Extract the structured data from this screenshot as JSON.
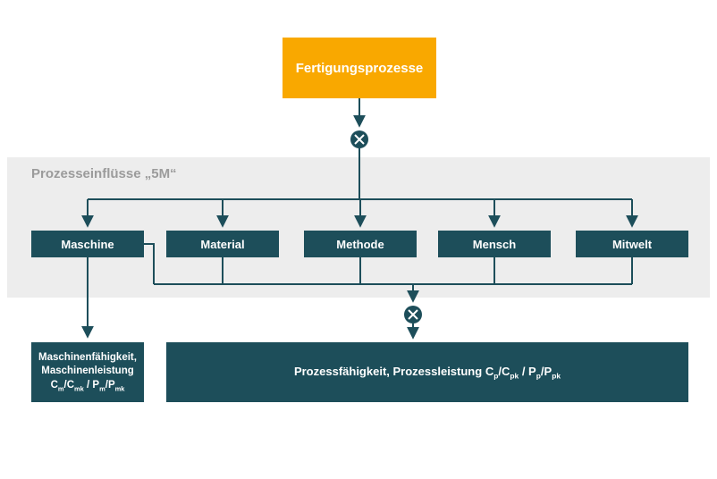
{
  "colors": {
    "accent_orange": "#F9A800",
    "teal": "#1D4E5A",
    "band_gray": "#EDEDED",
    "heading_gray": "#9B9B9B",
    "box_text": "#FFFFFF"
  },
  "diagram": {
    "root": {
      "label": "Fertigungsprozesse"
    },
    "band": {
      "title": "Prozesseinflüsse „5M“"
    },
    "influences": [
      {
        "label": "Maschine"
      },
      {
        "label": "Material"
      },
      {
        "label": "Methode"
      },
      {
        "label": "Mensch"
      },
      {
        "label": "Mitwelt"
      }
    ],
    "machine_result": {
      "line1": "Maschinenfähigkeit,",
      "line2": "Maschinenleistung",
      "formula": "C~m~/C~mk~ / P~m~/P~mk~"
    },
    "process_result": {
      "label": "Prozessfähigkeit, Prozessleistung ",
      "formula": "C~p~/C~pk~ / P~p~/P~pk~"
    },
    "junction_symbol": "multiplication-in-circle"
  }
}
